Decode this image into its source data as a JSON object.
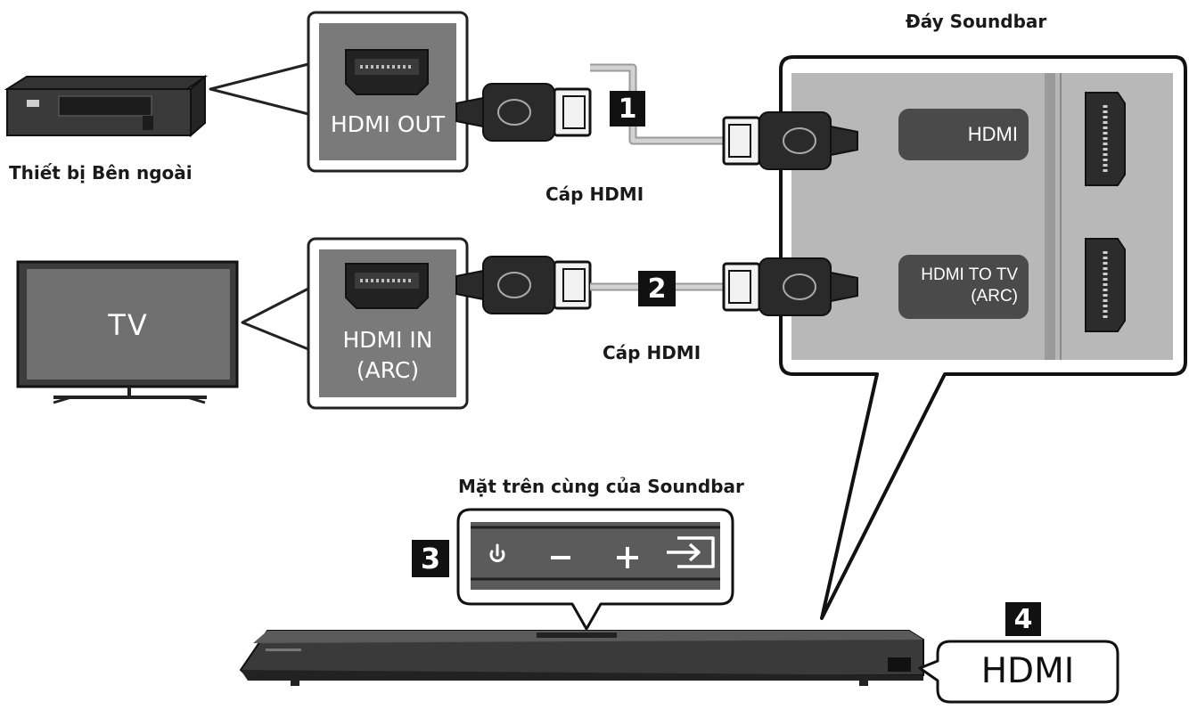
{
  "labels": {
    "soundbar_bottom": "Đáy Soundbar",
    "external_device": "Thiết bị Bên ngoài",
    "cable_1": "Cáp HDMI",
    "cable_2": "Cáp HDMI",
    "soundbar_top": "Mặt trên cùng của Soundbar"
  },
  "device_ports": {
    "hdmi_out": "HDMI OUT",
    "hdmi_in_line1": "HDMI IN",
    "hdmi_in_line2": "(ARC)"
  },
  "tv": {
    "label": "TV"
  },
  "soundbar_ports": {
    "hdmi": "HDMI",
    "hdmi_to_tv_line1": "HDMI TO TV",
    "hdmi_to_tv_line2": "(ARC)"
  },
  "steps": [
    "1",
    "2",
    "3",
    "4"
  ],
  "top_panel_buttons": [
    "power-icon",
    "volume-down-icon",
    "volume-up-icon",
    "source-icon"
  ],
  "display": {
    "text": "HDMI"
  },
  "colors": {
    "port_panel": "#7a7a7a",
    "port_panel_dark": "#4a4a4a",
    "soundbar_box": "#b8b8b8",
    "badge": "#111111",
    "cable": "#b0b0b0"
  }
}
